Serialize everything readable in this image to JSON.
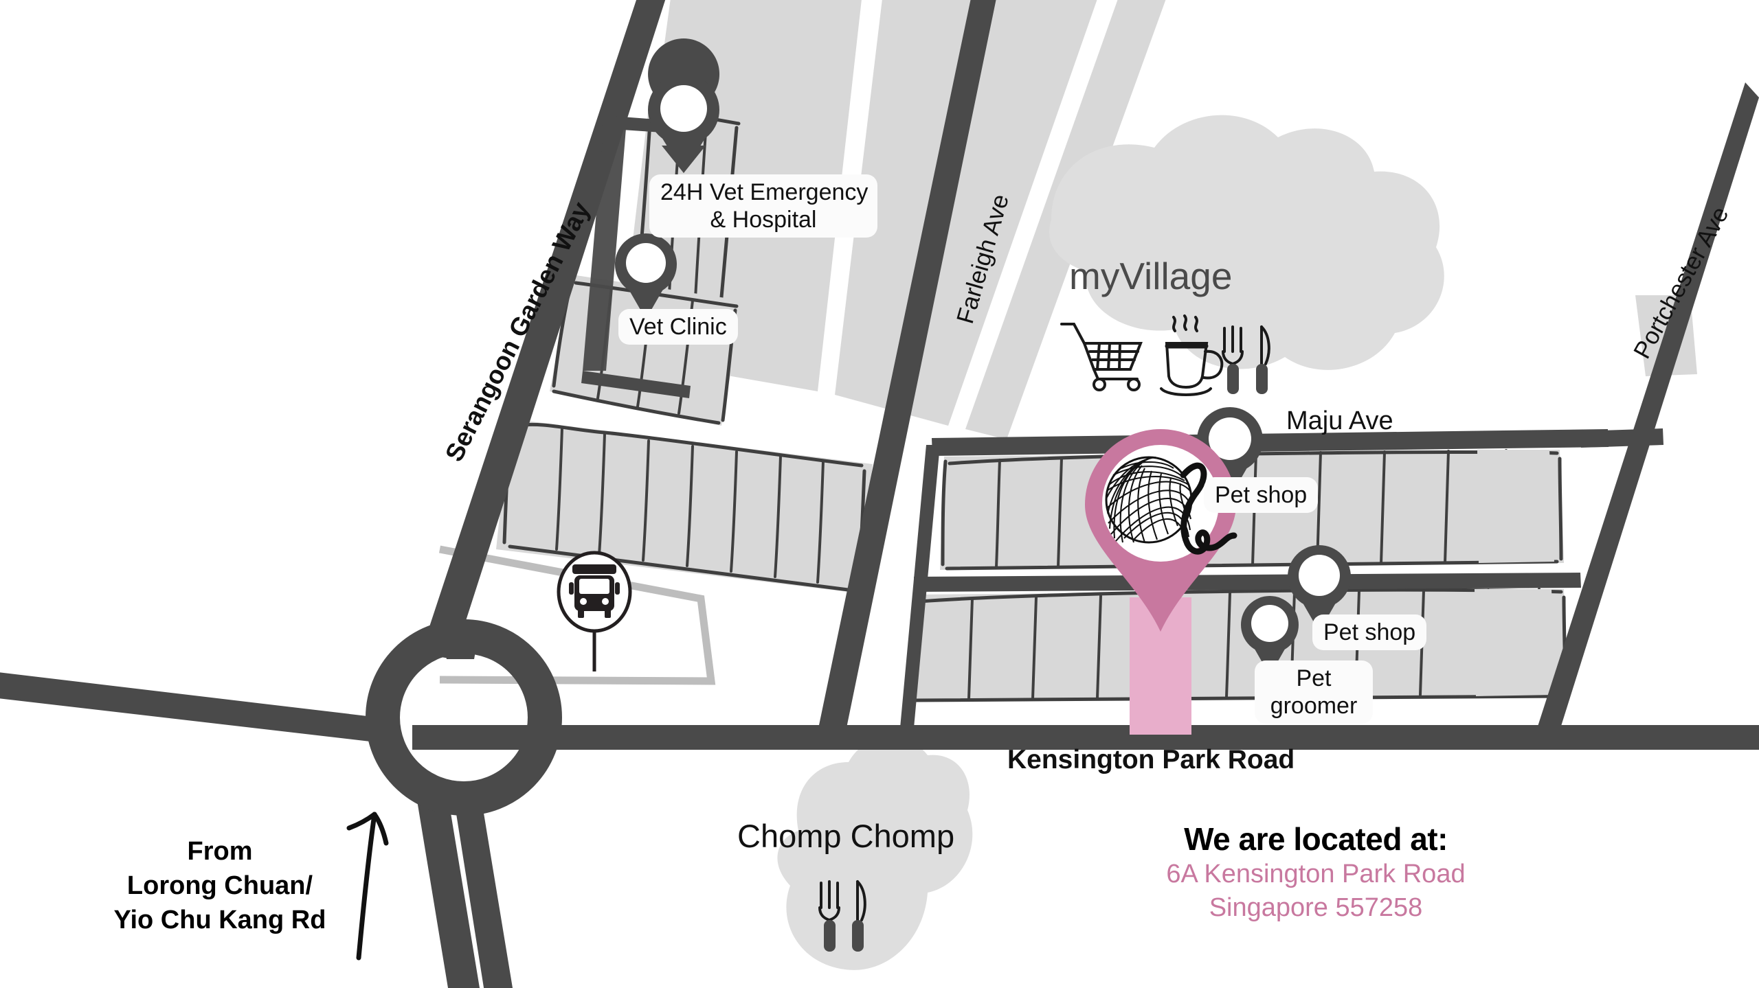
{
  "map": {
    "type": "illustrated-location-map",
    "background_color": "#ffffff",
    "road_color": "#4a4a4a",
    "building_fill": "#d8d8d8",
    "blob_fill": "#dedede",
    "brand_pink": "#c8789f",
    "brand_pink_light": "#e8aecb",
    "pin_color": "#4a4a4a"
  },
  "streets": [
    {
      "name": "Serangoon Garden Way",
      "weight": "bold",
      "rotation": -63
    },
    {
      "name": "Farleigh Ave",
      "weight": "normal",
      "rotation": -74
    },
    {
      "name": "Portchester Ave",
      "weight": "normal",
      "rotation": -61
    },
    {
      "name": "Maju Ave",
      "weight": "normal",
      "rotation": 0
    },
    {
      "name": "Kensington Park Road",
      "weight": "bold",
      "rotation": 0
    }
  ],
  "pins": [
    {
      "id": "vet-emergency",
      "label": "24H Vet Emergency\n& Hospital",
      "color": "#4a4a4a"
    },
    {
      "id": "vet-clinic",
      "label": "Vet Clinic",
      "color": "#4a4a4a"
    },
    {
      "id": "pet-shop-1",
      "label": "Pet shop",
      "color": "#4a4a4a"
    },
    {
      "id": "pet-shop-2",
      "label": "Pet shop",
      "color": "#4a4a4a"
    },
    {
      "id": "pet-groomer",
      "label": "Pet\ngroomer",
      "color": "#4a4a4a"
    }
  ],
  "destination_pin": {
    "label": "",
    "logo": "yarn-ball-logo",
    "color": "#c8789f"
  },
  "places": [
    {
      "name": "myVillage",
      "icons": [
        "shopping-cart-icon",
        "coffee-cup-icon",
        "fork-knife-icon"
      ]
    },
    {
      "name": "Chomp Chomp",
      "icons": [
        "fork-knife-icon"
      ]
    }
  ],
  "transit": {
    "icon": "bus-icon",
    "label": ""
  },
  "direction_note": {
    "lines": [
      "From",
      "Lorong Chuan/",
      "Yio Chu Kang Rd"
    ],
    "arrow": "up-arrow-icon"
  },
  "address": {
    "title": "We are located at:",
    "line1": "6A Kensington Park Road",
    "line2": "Singapore 557258",
    "color": "#c8789f"
  }
}
